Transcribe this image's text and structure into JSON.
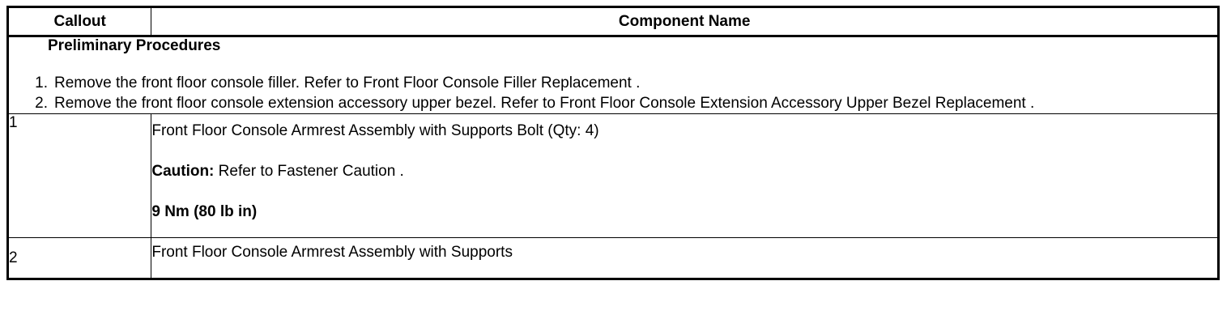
{
  "table": {
    "headers": {
      "callout": "Callout",
      "component_name": "Component Name"
    },
    "preliminary": {
      "title": "Preliminary Procedures",
      "steps": [
        "Remove the front floor console filler. Refer to Front Floor Console Filler Replacement .",
        "Remove the front floor console extension accessory upper bezel. Refer to Front Floor Console Extension Accessory Upper Bezel Replacement ."
      ]
    },
    "rows": [
      {
        "callout": "1",
        "lines": [
          {
            "text": "Front Floor Console Armrest Assembly with Supports Bolt (Qty: 4)",
            "bold": false
          },
          {
            "label": "Caution:",
            "text": " Refer to Fastener Caution .",
            "bold": false
          },
          {
            "text": "9 Nm (80 lb in)",
            "bold": true
          }
        ]
      },
      {
        "callout": "2",
        "lines": [
          {
            "text": "Front Floor Console Armrest Assembly with Supports",
            "bold": false
          }
        ]
      }
    ]
  },
  "colors": {
    "border": "#000000",
    "text": "#000000",
    "background": "#ffffff"
  }
}
